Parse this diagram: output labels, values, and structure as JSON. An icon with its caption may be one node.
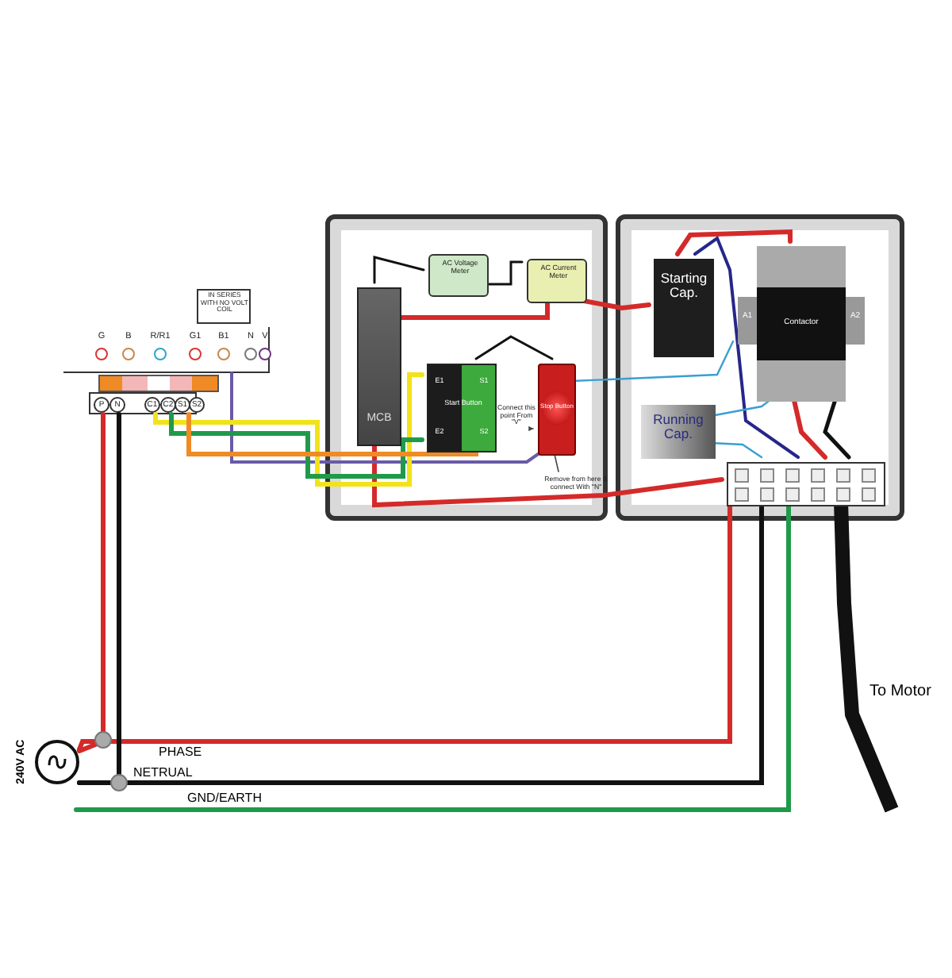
{
  "diagram": {
    "nodes": [
      {
        "text": [],
        "shape": "box"
      },
      {
        "text": [
          "AC Voltage Meter"
        ],
        "in": 0
      },
      {
        "text": [
          "AC Current Meter"
        ],
        "in": 0
      },
      {
        "text": [
          "MCB"
        ],
        "in": 0
      },
      {
        "text": [
          "Start Button",
          "E1",
          "S1",
          "E2",
          "S2"
        ],
        "in": 0
      },
      {
        "text": [
          "Stop Button"
        ],
        "in": 0
      },
      {
        "text": [
          "Connect this point From \"V\""
        ],
        "in": 0
      },
      {
        "text": [
          "Remove from here & connect With \"N\""
        ],
        "in": 0
      },
      {
        "text": [],
        "shape": "box"
      },
      {
        "text": [
          "Starting Cap."
        ],
        "in": 8
      },
      {
        "text": [
          "Contactor",
          "A1",
          "A2"
        ],
        "in": 8
      },
      {
        "text": [
          "Running Cap."
        ],
        "in": 8
      },
      {
        "text": [],
        "shape": "bar",
        "in": 8
      },
      {
        "text": [
          "IN SERIES WITH NO VOLT COIL"
        ]
      },
      {
        "text": [
          "G",
          "B",
          "R/R1",
          "G1",
          "B1",
          "N",
          "V"
        ]
      },
      {
        "text": [
          "P",
          "N",
          "C1",
          "C2",
          "S1",
          "S2"
        ]
      },
      {
        "text": [],
        "shape": "circle",
        "beside": [
          "240V AC"
        ]
      }
    ],
    "edges": [
      {
        "from": 3,
        "to": 1,
        "arrow": "none",
        "color": "#111111"
      },
      {
        "from": 1,
        "to": 2,
        "arrow": "none",
        "color": "#111111"
      },
      {
        "from": 3,
        "to": 2,
        "arrow": "none",
        "color": "#d42a2a"
      },
      {
        "from": 2,
        "to": 9,
        "arrow": "none",
        "color": "#d42a2a"
      },
      {
        "from": 4,
        "to": 5,
        "arrow": "none",
        "color": "#111111"
      },
      {
        "from": 5,
        "to": 10,
        "arrow": "none",
        "color": "#3aa0d0"
      },
      {
        "from": 9,
        "to": 10,
        "arrow": "none",
        "color": "#d42a2a"
      },
      {
        "from": 9,
        "to": 12,
        "arrow": "none",
        "color": "#26268a"
      },
      {
        "from": 11,
        "to": 10,
        "arrow": "none",
        "color": "#3aa0d0"
      },
      {
        "from": 11,
        "to": 12,
        "arrow": "none",
        "color": "#3aa0d0"
      },
      {
        "from": 10,
        "to": 12,
        "arrow": "none",
        "color": "#111111"
      },
      {
        "from": 10,
        "to": 12,
        "arrow": "none",
        "color": "#d42a2a"
      },
      {
        "from": 3,
        "to": 12,
        "arrow": "none",
        "color": "#d42a2a"
      },
      {
        "from": 14,
        "to": 5,
        "arrow": "none",
        "color": "#6a5aa8"
      },
      {
        "from": 15,
        "to": 4,
        "arrow": "none",
        "color": "#f2e21a"
      },
      {
        "from": 15,
        "to": 4,
        "arrow": "none",
        "color": "#1f9a4a"
      },
      {
        "from": 15,
        "to": 4,
        "arrow": "none",
        "color": "#f08a24"
      },
      {
        "from": 6,
        "to": 5,
        "arrow": "to",
        "color": "#444444"
      },
      {
        "from": 7,
        "to": 5,
        "arrow": "to",
        "color": "#444444"
      },
      {
        "from": 16,
        "to": 12,
        "label": "PHASE",
        "arrow": "none",
        "color": "#d42a2a"
      },
      {
        "from": 16,
        "to": 12,
        "label": "NETRUAL",
        "arrow": "none",
        "color": "#111111"
      },
      {
        "from": null,
        "to": 12,
        "label": "GND/EARTH",
        "arrow": "none",
        "color": "#1f9a4a"
      },
      {
        "from": 15,
        "to": 16,
        "arrow": "none",
        "color": "#d42a2a"
      },
      {
        "from": 15,
        "to": 16,
        "arrow": "none",
        "color": "#111111"
      },
      {
        "from": 12,
        "to": null,
        "arrow": "none",
        "style": "thick",
        "color": "#111111"
      }
    ],
    "labels": [
      "To Motor"
    ]
  }
}
